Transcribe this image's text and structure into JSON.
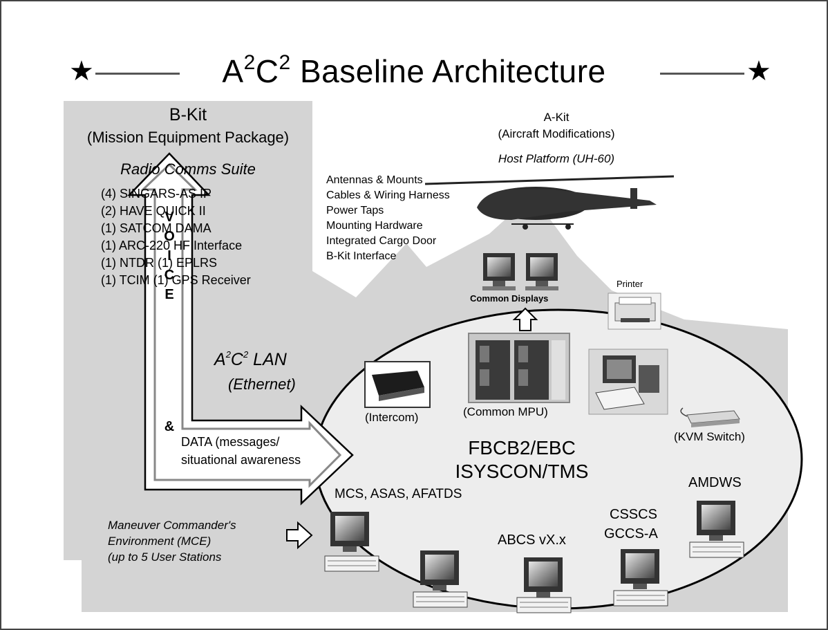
{
  "title": {
    "prefix": "A",
    "sup1": "2",
    "mid": "C",
    "sup2": "2",
    "suffix": " Baseline Architecture"
  },
  "bkit": {
    "title": "B-Kit",
    "subtitle": "(Mission Equipment Package)",
    "suite": "Radio Comms Suite",
    "items": [
      "(4) SINGARS-AS IP",
      "(2) HAVE QUICK II",
      "(1) SATCOM DAMA",
      "(1) ARC-220 HF Interface",
      "(1) NTDR (1) EPLRS",
      "(1) TCIM  (1) GPS Receiver"
    ]
  },
  "akit": {
    "title": "A-Kit",
    "subtitle": "(Aircraft Modifications)",
    "platform": "Host Platform (UH-60)",
    "mods": [
      "Antennas & Mounts",
      "Cables & Wiring Harness",
      "Power Taps",
      "Mounting Hardware",
      "Integrated Cargo Door",
      "B-Kit Interface"
    ]
  },
  "voice_letters": [
    "V",
    "O",
    "I",
    "C",
    "E"
  ],
  "amp": "&",
  "data_label": [
    "DATA (messages/",
    "situational awareness"
  ],
  "lan": {
    "prefix": "A",
    "sup1": "2",
    "mid": "C",
    "sup2": "2",
    "suffix": " LAN",
    "sub": "(Ethernet)"
  },
  "labels": {
    "printer": "Printer",
    "common_displays": "Common Displays",
    "intercom": "(Intercom)",
    "common_mpu": "(Common MPU)",
    "kvm": "(KVM Switch)",
    "fbcb2": "FBCB2/EBC",
    "isyscon": "ISYSCON/TMS",
    "mcs": "MCS, ASAS, AFATDS",
    "abcs": "ABCS vX.x",
    "csscs": "CSSCS",
    "gccs": "GCCS-A",
    "amdws": "AMDWS"
  },
  "mce": [
    "Maneuver Commander's",
    "Environment (MCE)",
    "(up to 5 User Stations"
  ]
}
